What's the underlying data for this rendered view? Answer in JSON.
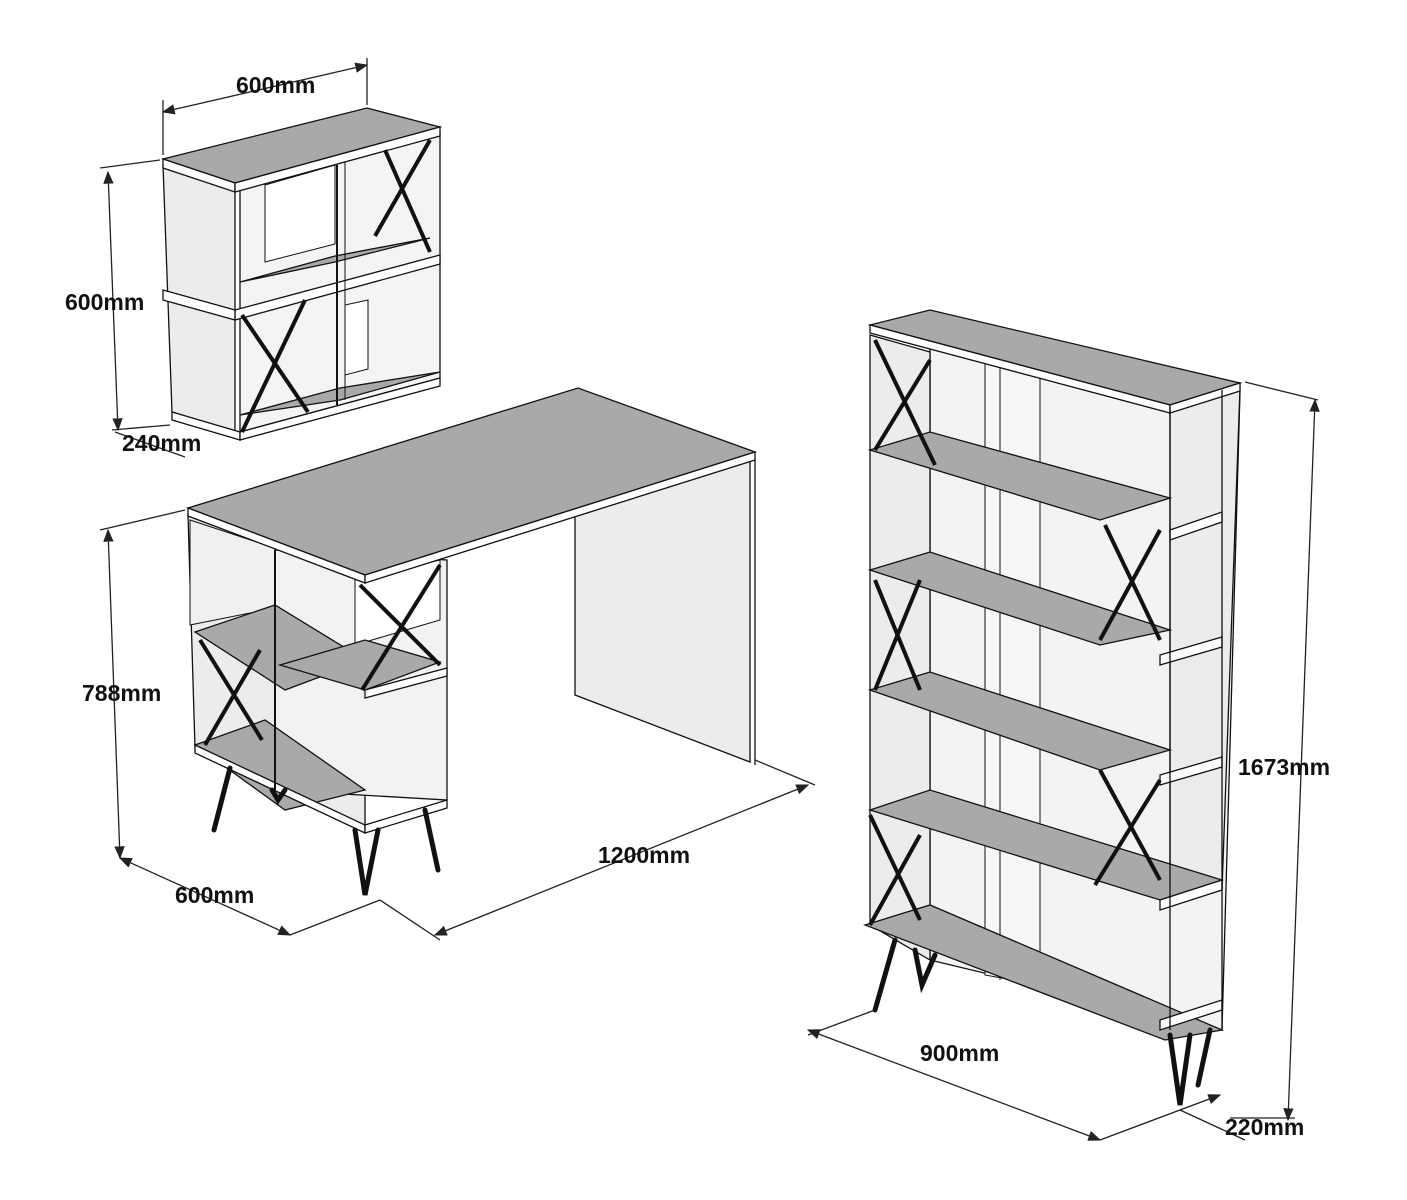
{
  "title": "Desk, wall shelf and bookcase dimension diagram",
  "wall_shelf": {
    "width": "600mm",
    "height": "600mm",
    "depth": "240mm"
  },
  "desk": {
    "height": "788mm",
    "depth": "600mm",
    "width": "1200mm"
  },
  "bookcase": {
    "height": "1673mm",
    "width": "900mm",
    "depth": "220mm"
  },
  "colors": {
    "shelf": "#a9a9a9",
    "panel": "#ececec",
    "line": "#111111"
  }
}
